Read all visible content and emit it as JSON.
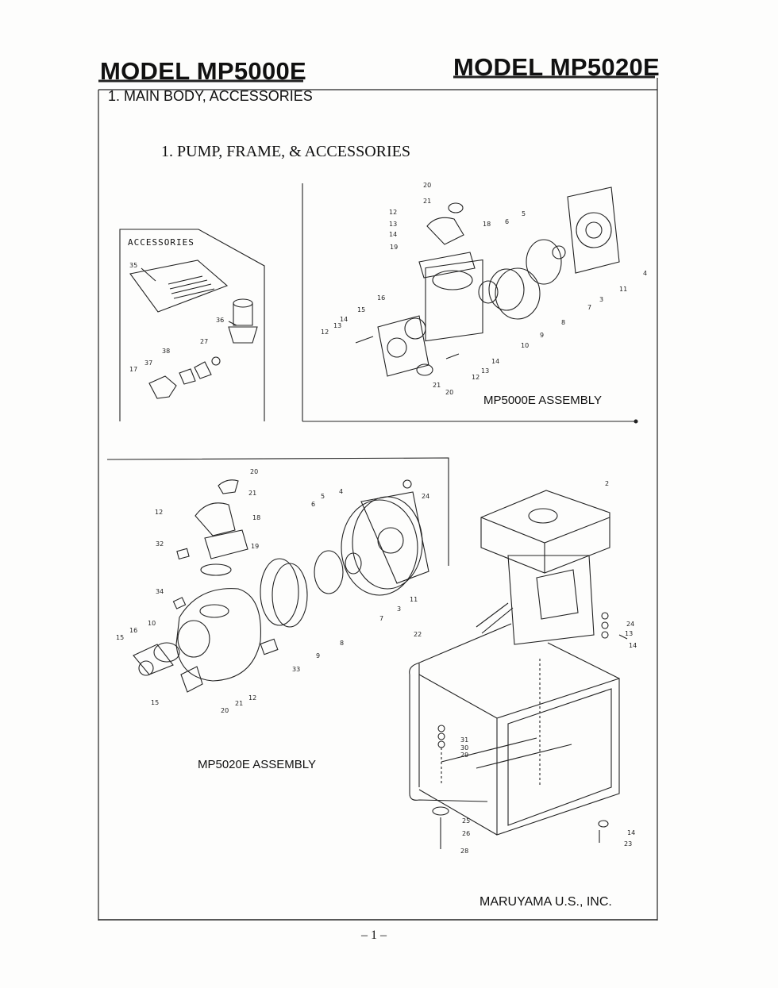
{
  "header": {
    "left_title": "MODEL MP5000E",
    "right_title": "MODEL MP5020E"
  },
  "section_title": "1. MAIN BODY, ACCESSORIES",
  "subsection_title": "1. PUMP, FRAME, & ACCESSORIES",
  "accessories": {
    "label": "ACCESSORIES",
    "callouts": [
      "35",
      "36",
      "27",
      "38",
      "37",
      "17"
    ]
  },
  "mp5000e": {
    "label": "MP5000E ASSEMBLY",
    "callouts": [
      "20",
      "21",
      "12",
      "13",
      "14",
      "19",
      "18",
      "5",
      "6",
      "4",
      "11",
      "3",
      "7",
      "8",
      "9",
      "10",
      "16",
      "15",
      "14",
      "13",
      "12",
      "14",
      "13",
      "12",
      "21",
      "20"
    ]
  },
  "mp5020e": {
    "label": "MP5020E ASSEMBLY",
    "callouts": [
      "20",
      "21",
      "12",
      "18",
      "32",
      "19",
      "34",
      "10",
      "16",
      "15",
      "15",
      "20",
      "21",
      "12",
      "33",
      "9",
      "8",
      "7",
      "3",
      "11",
      "5",
      "6",
      "4",
      "24"
    ]
  },
  "frame": {
    "callouts": [
      "2",
      "22",
      "24",
      "13",
      "14",
      "31",
      "30",
      "29",
      "25",
      "26",
      "28",
      "14",
      "23"
    ]
  },
  "footer": {
    "company": "MARUYAMA U.S., INC.",
    "page_number": "– 1 –"
  }
}
